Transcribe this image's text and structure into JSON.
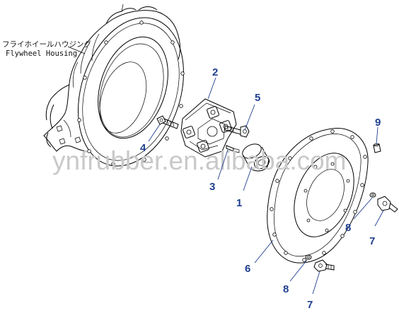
{
  "housing": {
    "label_jp": "フライホイールハウジング",
    "label_en": "Flywheel Housing"
  },
  "watermark": "ynfrubber.en.alibaba.com",
  "callouts": [
    {
      "id": "1",
      "text": "1"
    },
    {
      "id": "2",
      "text": "2"
    },
    {
      "id": "3",
      "text": "3"
    },
    {
      "id": "4",
      "text": "4"
    },
    {
      "id": "5",
      "text": "5"
    },
    {
      "id": "6",
      "text": "6"
    },
    {
      "id": "7a",
      "text": "7"
    },
    {
      "id": "7b",
      "text": "7"
    },
    {
      "id": "8a",
      "text": "8"
    },
    {
      "id": "8b",
      "text": "8"
    },
    {
      "id": "9",
      "text": "9"
    }
  ],
  "colors": {
    "callout": "#1f3f8f",
    "watermark": "#c9c9c9",
    "line": "#000000"
  }
}
